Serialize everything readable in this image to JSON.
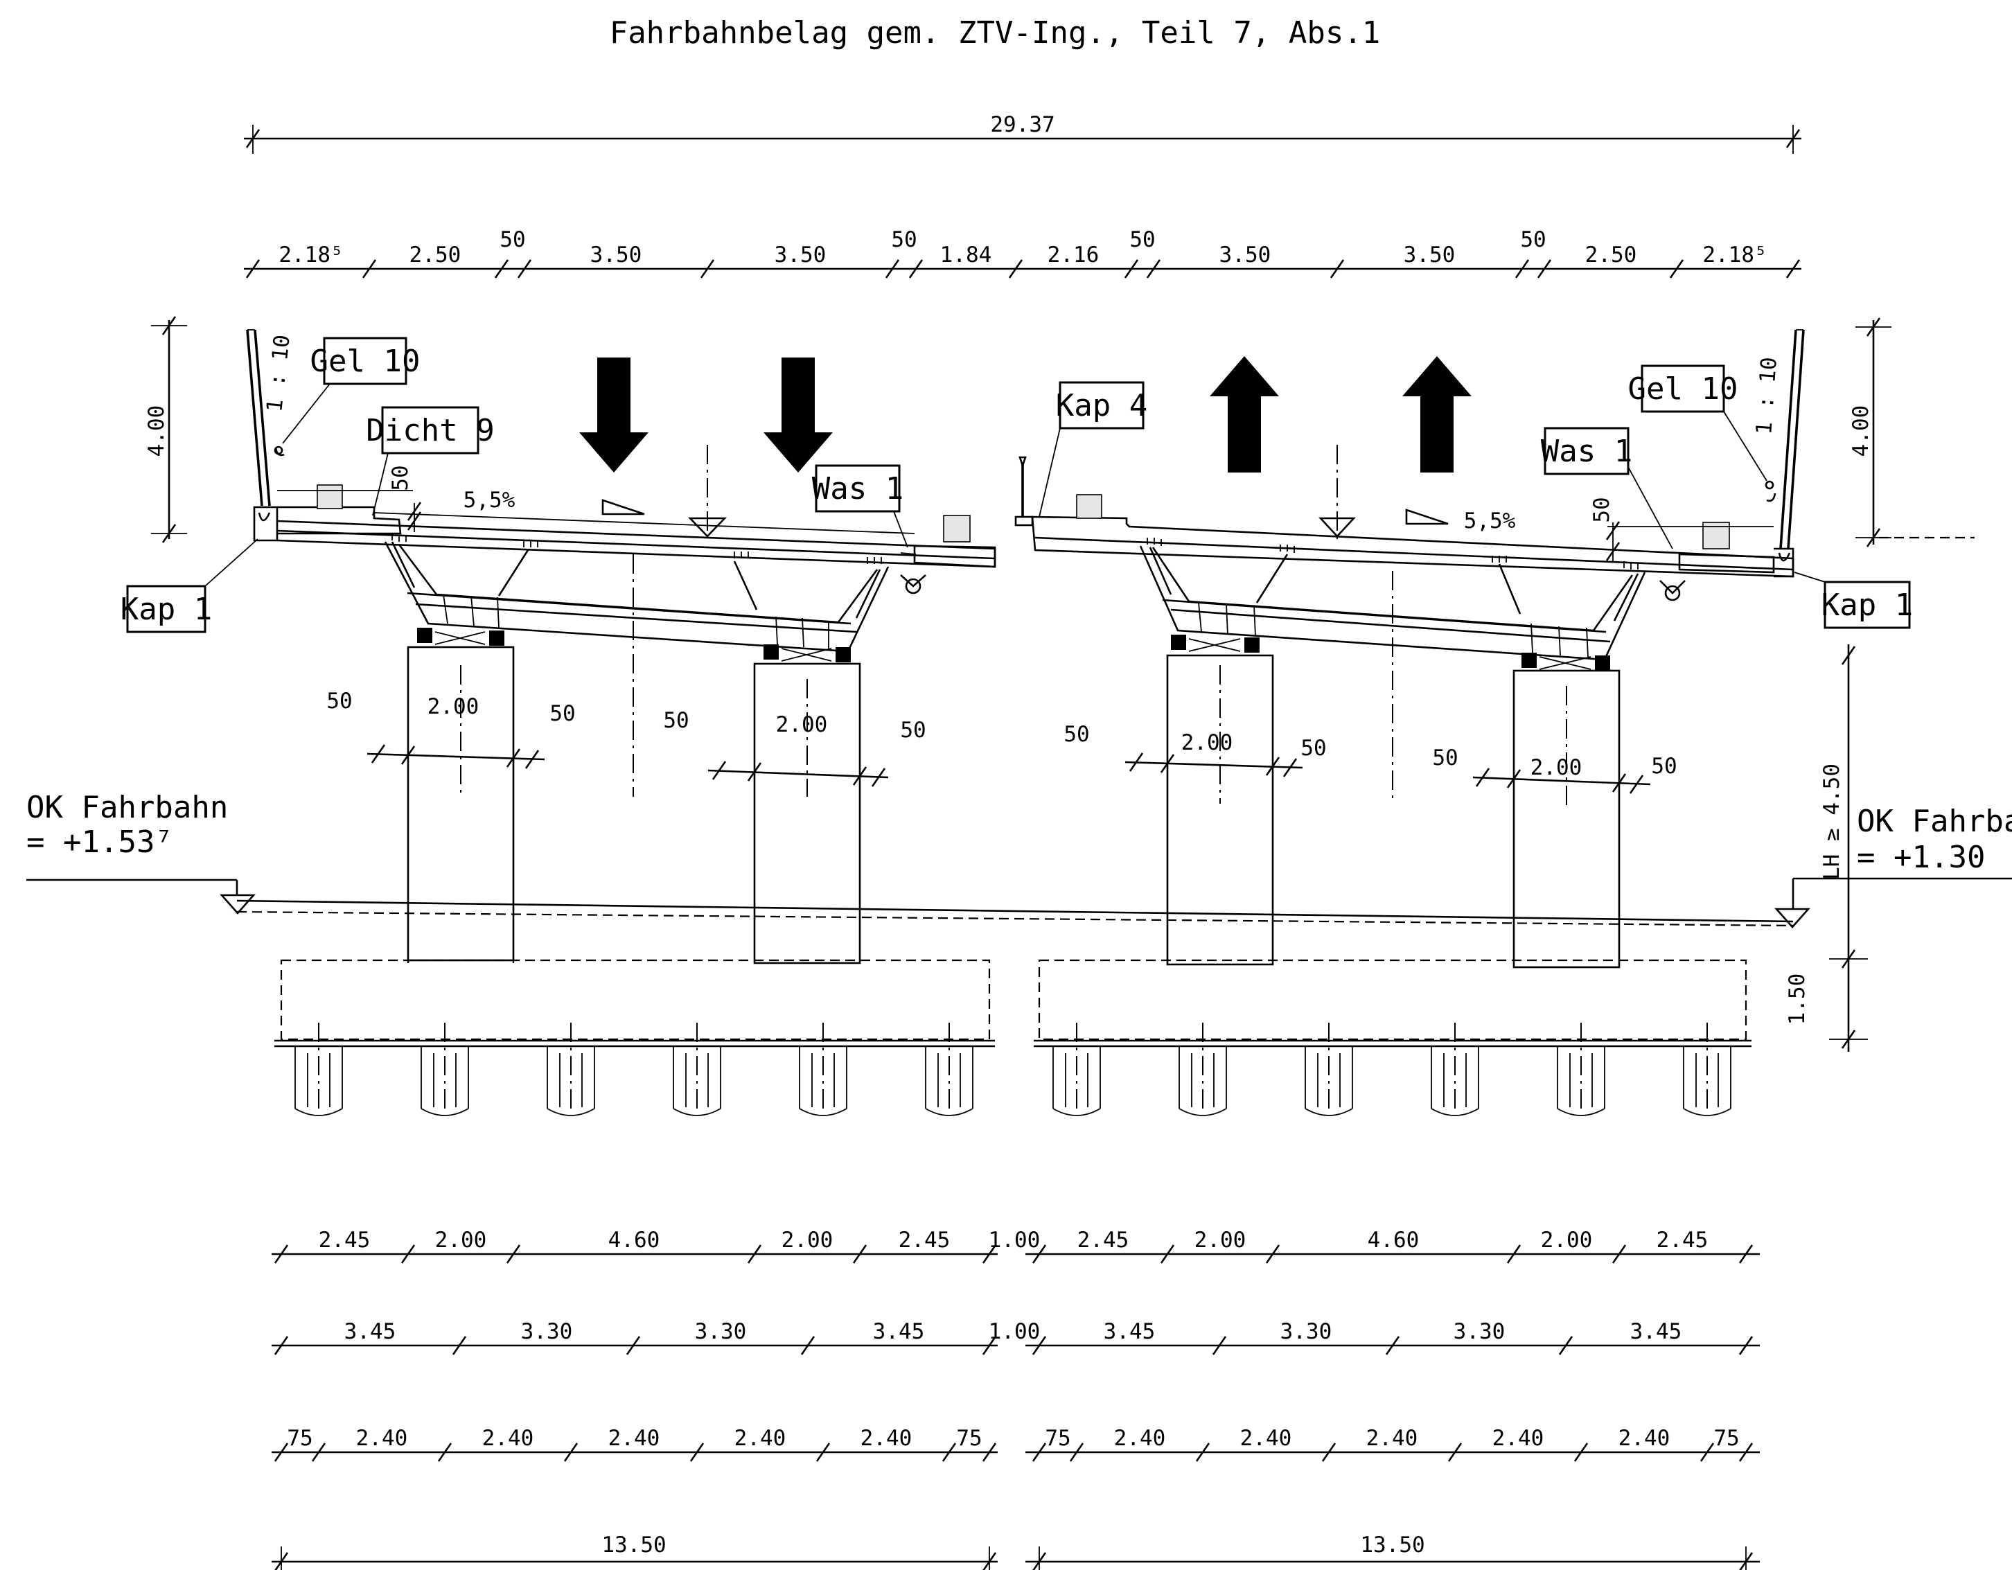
{
  "title": "Fahrbahnbelag gem. ZTV-Ing., Teil 7, Abs.1",
  "overall_width": "29.37",
  "top_dims": [
    "2.18⁵",
    "2.50",
    "50",
    "3.50",
    "3.50",
    "50",
    "1.84",
    "2.16",
    "50",
    "3.50",
    "3.50",
    "50",
    "2.50",
    "2.18⁵"
  ],
  "height_left": "4.00",
  "height_right": "4.00",
  "slope_left": "1 : 10",
  "slope_right": "1 : 10",
  "cross_fall_left": "5,5%",
  "cross_fall_right": "5,5%",
  "offset_50": "50",
  "labels": {
    "gel_left": "Gel 10",
    "gel_right": "Gel 10",
    "dicht": "Dicht 9",
    "was_left": "Was 1",
    "was_right": "Was 1",
    "kap_mid": "Kap 4",
    "kap_left": "Kap 1",
    "kap_right": "Kap 1"
  },
  "ok_left_line1": "OK Fahrbahn",
  "ok_left_line2": "= +1.53⁷",
  "ok_right_line1": "OK Fahrbahn",
  "ok_right_line2": "= +1.30",
  "clearance": "LH ≥ 4.50",
  "foundation_depth": "1.50",
  "pier_width": "2.00",
  "pier_side": "50",
  "row1": [
    "2.45",
    "2.00",
    "4.60",
    "2.00",
    "2.45",
    "1.00",
    "2.45",
    "2.00",
    "4.60",
    "2.00",
    "2.45"
  ],
  "row2": [
    "3.45",
    "3.30",
    "3.30",
    "3.45",
    "1.00",
    "3.45",
    "3.30",
    "3.30",
    "3.45"
  ],
  "row3": [
    "75",
    "2.40",
    "2.40",
    "2.40",
    "2.40",
    "2.40",
    "75",
    "75",
    "2.40",
    "2.40",
    "2.40",
    "2.40",
    "2.40",
    "75"
  ],
  "row4": [
    "13.50",
    "13.50"
  ]
}
